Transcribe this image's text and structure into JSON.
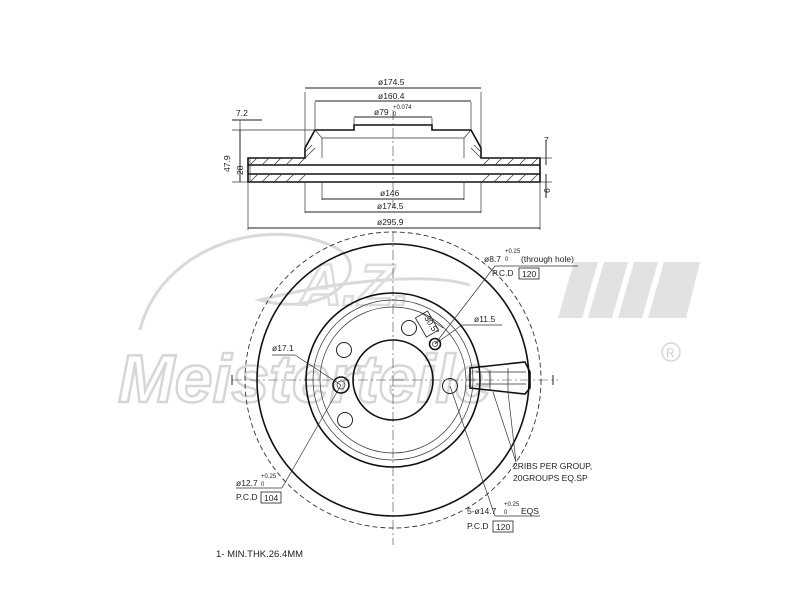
{
  "watermark": {
    "logo_text": "A.Z.",
    "brand_text": "Meisterteile",
    "registered_mark": "R"
  },
  "side_view": {
    "dim_outer_diameter": "ø174.5",
    "dim_inner_face": "ø160.4",
    "dim_center_bore": "ø79",
    "dim_center_bore_tol_upper": "+0.074",
    "dim_center_bore_tol_lower": "0",
    "dim_hat_step": "7.2",
    "dim_total_height": "47.9",
    "dim_disc_thickness": "28",
    "dim_right_top": "7",
    "dim_right_bottom": "6",
    "dim_hat_inner": "ø146",
    "dim_hat_outer": "ø174.5",
    "dim_disc_diameter": "ø295.9"
  },
  "front_view": {
    "hole_through": {
      "label": "ø8.7",
      "tol_upper": "+0.25",
      "tol_lower": "0",
      "note": "(through hole)",
      "pcd_label": "P.C.D",
      "pcd_value": "120"
    },
    "angle_label": "30.5°",
    "dim_11_5": "ø11.5",
    "dim_17_1": "ø17.1",
    "hole_12_7": {
      "label": "ø12.7",
      "tol_upper": "+0.25",
      "tol_lower": "0",
      "pcd_label": "P.C.D",
      "pcd_value": "104"
    },
    "ribs_note_line1": "2RIBS PER GROUP,",
    "ribs_note_line2": "20GROUPS EQ.SP",
    "bolt_holes": {
      "label": "5-ø14.7",
      "tol_upper": "+0.25",
      "tol_lower": "0",
      "suffix": "EQS",
      "pcd_label": "P.C.D",
      "pcd_value": "120"
    }
  },
  "notes": {
    "min_thickness": "1- MIN.THK.26.4MM"
  }
}
